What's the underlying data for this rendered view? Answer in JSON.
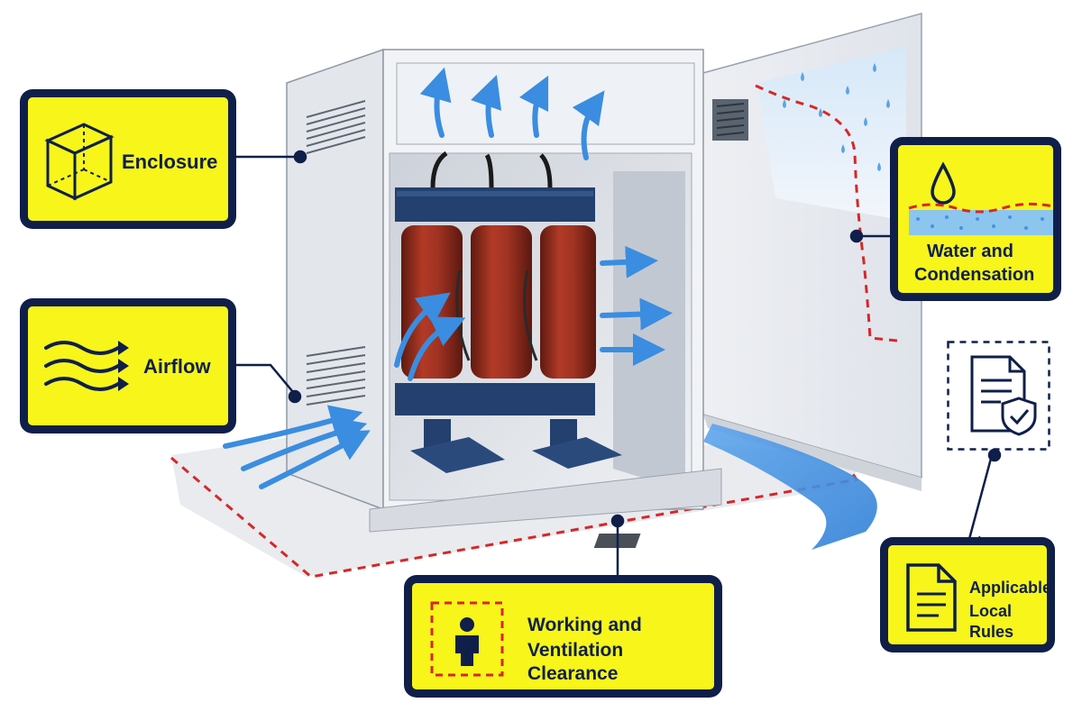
{
  "callouts": {
    "enclosure": {
      "label": "Enclosure",
      "icon": "cube-icon"
    },
    "airflow": {
      "label": "Airflow",
      "icon": "airflow-waves-icon"
    },
    "water": {
      "label_line1": "Water and",
      "label_line2": "Condensation",
      "icon": "water-drop-icon"
    },
    "clearance": {
      "label_line1": "Working and",
      "label_line2": "Ventilation Clearance",
      "icon": "person-in-zone-icon"
    },
    "rules": {
      "label_line1": "Applicable",
      "label_line2": "Local Rules",
      "icon": "document-icon"
    }
  },
  "floating_icon": "document-shield-icon",
  "colors": {
    "callout_border": "#0f1f4a",
    "callout_fill": "#f7f51a",
    "transformer_coil": "#8e2a1c",
    "transformer_frame": "#23406e",
    "airflow_arrow": "#3a8de0",
    "water": "#4a90e2",
    "clearance_line": "#d62828",
    "enclosure": "#e6e9ee"
  }
}
